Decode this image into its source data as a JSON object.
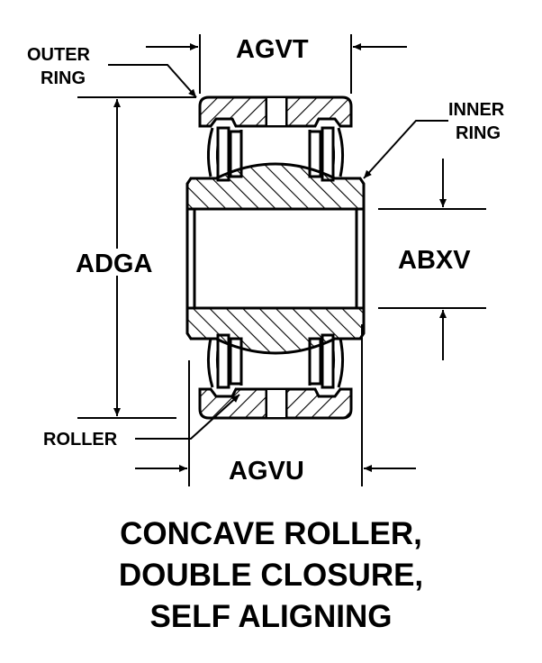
{
  "labels": {
    "outer_ring": [
      "OUTER",
      "RING"
    ],
    "inner_ring": [
      "INNER",
      "RING"
    ],
    "roller": "ROLLER",
    "agvt": "AGVT",
    "agvu": "AGVU",
    "adga": "ADGA",
    "abxv": "ABXV"
  },
  "caption": [
    "CONCAVE ROLLER,",
    "DOUBLE CLOSURE,",
    "SELF ALIGNING"
  ],
  "colors": {
    "ink": "#000000",
    "paper": "#ffffff"
  }
}
